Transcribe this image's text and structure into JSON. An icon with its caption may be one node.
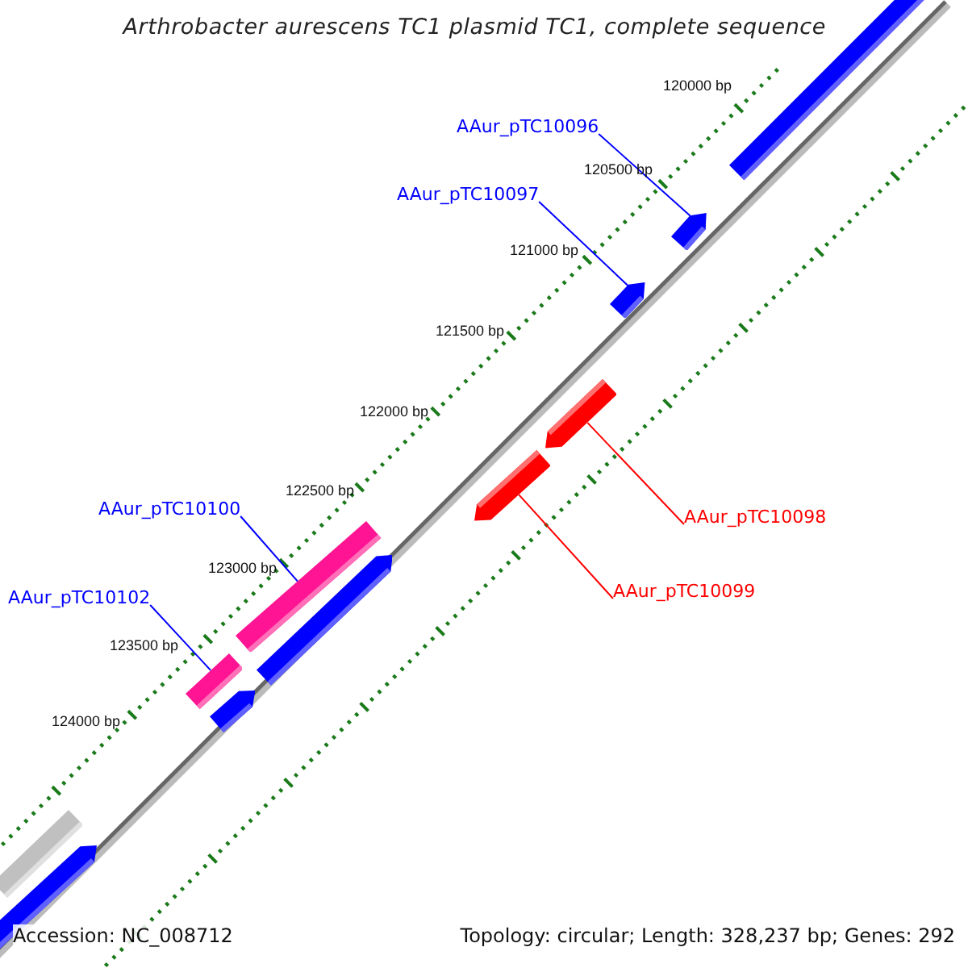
{
  "diagram": {
    "title": "Arthrobacter aurescens TC1 plasmid TC1, complete sequence",
    "nodes": [
      {
        "text": [],
        "shape": "bar"
      },
      {
        "text": [
          "AAur_pTC10096"
        ]
      },
      {
        "text": [],
        "shape": "pentagon"
      },
      {
        "text": [
          "AAur_pTC10097"
        ]
      },
      {
        "text": [],
        "shape": "pentagon"
      },
      {
        "text": [],
        "shape": "pentagon"
      },
      {
        "text": [
          "AAur_pTC10098"
        ]
      },
      {
        "text": [],
        "shape": "pentagon"
      },
      {
        "text": [
          "AAur_pTC10100"
        ]
      },
      {
        "text": [],
        "shape": "bar"
      },
      {
        "text": [],
        "shape": "pentagon"
      },
      {
        "text": [
          "AAur_pTC10099"
        ]
      },
      {
        "text": [
          "AAur_pTC10102"
        ]
      },
      {
        "text": [],
        "shape": "bar"
      },
      {
        "text": [],
        "shape": "pentagon"
      },
      {
        "text": [],
        "shape": "bar"
      },
      {
        "text": [],
        "shape": "pentagon"
      }
    ],
    "edges": [
      {
        "from": 1,
        "to": 2,
        "arrow": "none"
      },
      {
        "from": 3,
        "to": 4,
        "arrow": "none"
      },
      {
        "from": 6,
        "to": 5,
        "arrow": "none",
        "color": "#ff0000"
      },
      {
        "from": 8,
        "to": 9,
        "arrow": "none"
      },
      {
        "from": 11,
        "to": 7,
        "arrow": "none",
        "color": "#ff0000"
      },
      {
        "from": 12,
        "to": 13,
        "arrow": "none"
      }
    ],
    "labels": [
      "120000 bp",
      "120500 bp",
      "121000 bp",
      "121500 bp",
      "122000 bp",
      "122500 bp",
      "123000 bp",
      "123500 bp",
      "124000 bp",
      "Accession: NC_008712",
      "Topology: circular; Length: 328,237 bp; Genes: 292"
    ]
  }
}
